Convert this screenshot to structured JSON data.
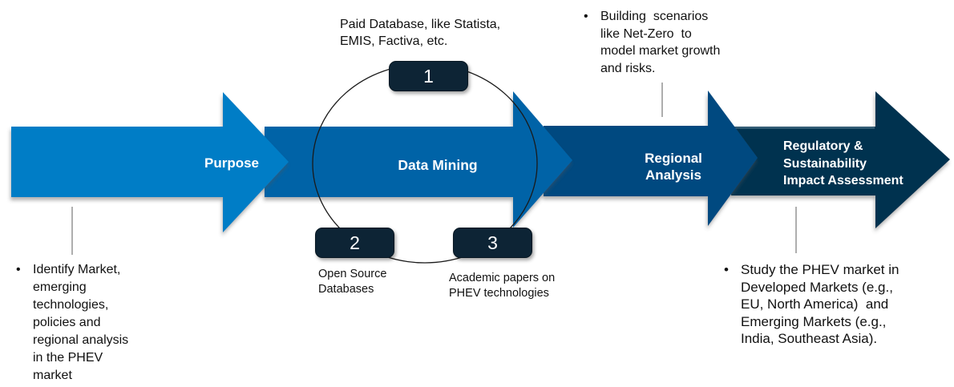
{
  "process": {
    "arrows": [
      {
        "label": "Purpose",
        "color": "#007DC6"
      },
      {
        "label": "Data Mining",
        "color": "#0063A7"
      },
      {
        "label": "Regional\nAnalysis",
        "color": "#004A80"
      },
      {
        "label": "Regulatory &\nSustainability\nImpact Assessment",
        "color": "#00334F"
      }
    ]
  },
  "data_sources": {
    "badge_color": "#0D2435",
    "items": [
      {
        "number": "1",
        "label": "Paid Database, like Statista,\nEMIS, Factiva, etc."
      },
      {
        "number": "2",
        "label": "Open Source\nDatabases"
      },
      {
        "number": "3",
        "label": "Academic papers on\nPHEV technologies"
      }
    ]
  },
  "notes": [
    {
      "bullet": "•",
      "text": "Identify Market,\nemerging\ntechnologies,\npolicies and\nregional analysis\nin the PHEV\nmarket"
    },
    {
      "bullet": "•",
      "text": "Building  scenarios\nlike Net-Zero  to\nmodel market growth\nand risks."
    },
    {
      "bullet": "•",
      "text": "Study the PHEV market in\nDeveloped Markets (e.g.,\nEU, North America)  and\nEmerging Markets (e.g.,\nIndia, Southeast Asia)."
    }
  ],
  "style": {
    "ellipse_stroke": "#1a1a1a",
    "connector_color": "#8c8c8c"
  }
}
